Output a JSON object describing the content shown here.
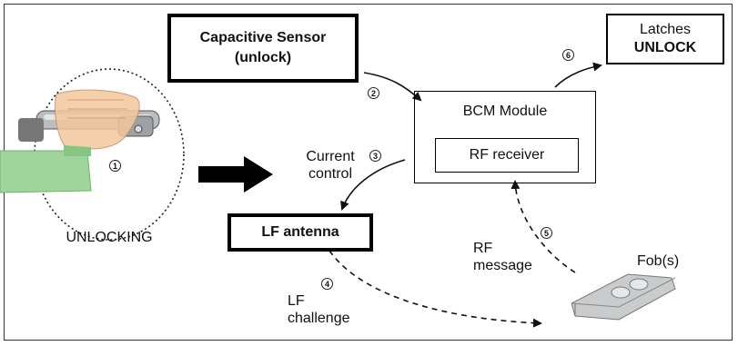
{
  "boxes": {
    "capacitive_sensor": {
      "line1": "Capacitive Sensor",
      "line2": "(unlock)"
    },
    "latches": {
      "line1": "Latches",
      "line2": "UNLOCK"
    },
    "bcm_module": {
      "label": "BCM Module"
    },
    "rf_receiver": {
      "label": "RF receiver"
    },
    "lf_antenna": {
      "label": "LF antenna"
    }
  },
  "labels": {
    "unlocking": "UNLOCKING",
    "current_control_1": "Current",
    "current_control_2": "control",
    "rf_message_1": "RF",
    "rf_message_2": "message",
    "fob": "Fob(s)",
    "lf_challenge_1": "LF",
    "lf_challenge_2": "challenge"
  },
  "steps": {
    "s1": "1",
    "s2": "2",
    "s3": "3",
    "s4": "4",
    "s5": "5",
    "s6": "6"
  }
}
